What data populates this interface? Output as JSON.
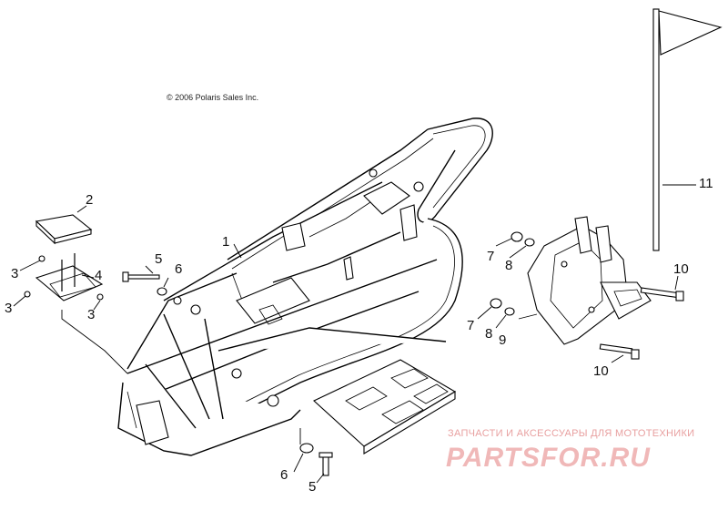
{
  "diagram": {
    "copyright": "© 2006 Polaris Sales Inc.",
    "callouts": [
      {
        "id": "c1",
        "label": "1"
      },
      {
        "id": "c2",
        "label": "2"
      },
      {
        "id": "c3a",
        "label": "3"
      },
      {
        "id": "c3b",
        "label": "3"
      },
      {
        "id": "c3c",
        "label": "3"
      },
      {
        "id": "c4",
        "label": "4"
      },
      {
        "id": "c5a",
        "label": "5"
      },
      {
        "id": "c5b",
        "label": "5"
      },
      {
        "id": "c6a",
        "label": "6"
      },
      {
        "id": "c6b",
        "label": "6"
      },
      {
        "id": "c7a",
        "label": "7"
      },
      {
        "id": "c7b",
        "label": "7"
      },
      {
        "id": "c8a",
        "label": "8"
      },
      {
        "id": "c8b",
        "label": "8"
      },
      {
        "id": "c9",
        "label": "9"
      },
      {
        "id": "c10a",
        "label": "10"
      },
      {
        "id": "c10b",
        "label": "10"
      },
      {
        "id": "c11",
        "label": "11"
      }
    ]
  },
  "watermark": {
    "tagline": "ЗАПЧАСТИ И АКСЕССУАРЫ ДЛЯ МОТОТЕХНИКИ",
    "logo": "PARTSFOR.RU",
    "color": "#f0b8b8"
  }
}
